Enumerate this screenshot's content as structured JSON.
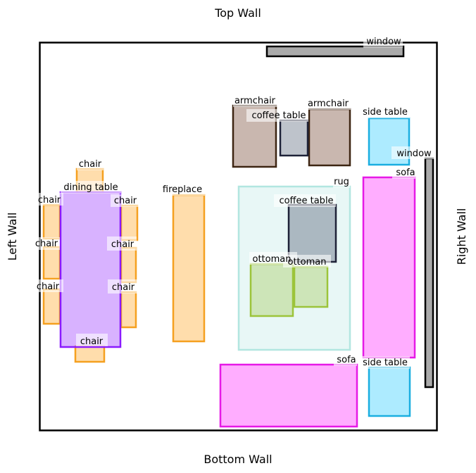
{
  "walls": {
    "top": "Top Wall",
    "bottom": "Bottom Wall",
    "left": "Left Wall",
    "right": "Right Wall"
  },
  "colors": {
    "window": "#aaaaaa",
    "sofa": "#ff33ff",
    "side_table": "#33ccff",
    "armchair": "#9c7b6e",
    "coffee_table": "#6e7a8c",
    "rug": "#b2e6e0",
    "ottoman": "#b2d47a",
    "fireplace": "#ffb347",
    "dining_table": "#b266ff",
    "chair": "#ffb347"
  },
  "furniture": {
    "window_top": "window",
    "window_right": "window",
    "armchair_left": "armchair",
    "armchair_right": "armchair",
    "coffee_table_top": "coffee table",
    "side_table_top": "side table",
    "side_table_bottom": "side table",
    "sofa_right": "sofa",
    "sofa_bottom": "sofa",
    "rug": "rug",
    "coffee_table_rug": "coffee table",
    "ottoman_left": "ottoman",
    "ottoman_right": "ottoman",
    "fireplace": "fireplace",
    "dining_table": "dining table",
    "chair_top": "chair",
    "chair_bottom": "chair",
    "chair_left_1": "chair",
    "chair_left_2": "chair",
    "chair_left_3": "chair",
    "chair_right_1": "chair",
    "chair_right_2": "chair",
    "chair_right_3": "chair"
  }
}
